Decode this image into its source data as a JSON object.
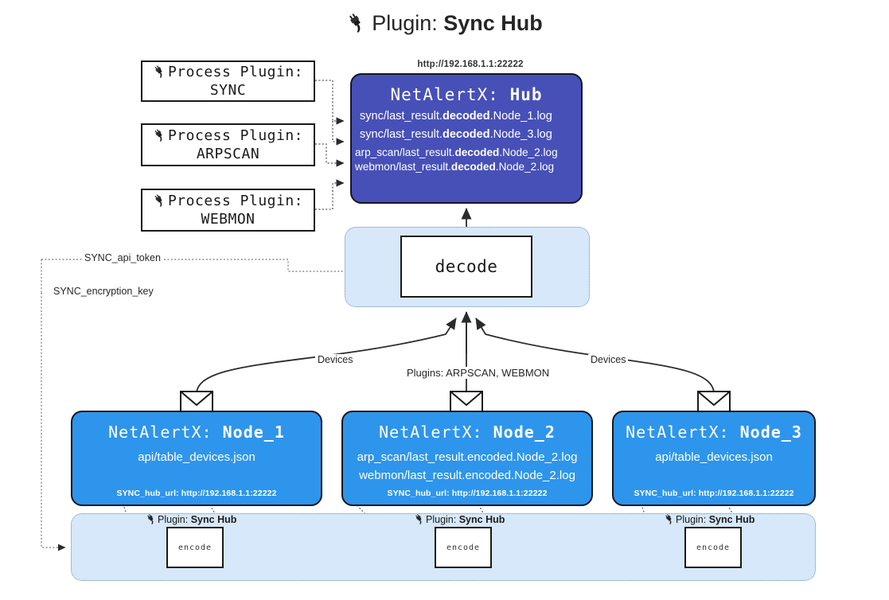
{
  "title": {
    "icon": "plug-icon",
    "prefix": "Plugin:",
    "name": "Sync Hub"
  },
  "process_plugins": [
    {
      "label": "Process Plugin:",
      "name": "SYNC"
    },
    {
      "label": "Process Plugin:",
      "name": "ARPSCAN"
    },
    {
      "label": "Process Plugin:",
      "name": "WEBMON"
    }
  ],
  "hub": {
    "url": "http://192.168.1.1:22222",
    "title_prefix": "NetAlertX:",
    "title_name": "Hub",
    "lines": [
      {
        "pre": "sync/last_result.",
        "bold": "decoded",
        "post": ".Node_1.log"
      },
      {
        "pre": "sync/last_result.",
        "bold": "decoded",
        "post": ".Node_3.log"
      },
      {
        "pre": "arp_scan/last_result.",
        "bold": "decoded",
        "post": ".Node_2.log"
      },
      {
        "pre": "webmon/last_result.",
        "bold": "decoded",
        "post": ".Node_2.log"
      }
    ]
  },
  "decode": {
    "label": "decode"
  },
  "config_edges": [
    {
      "label": "SYNC_api_token"
    },
    {
      "label": "SYNC_encryption_key"
    }
  ],
  "flow_labels": {
    "devices_left": "Devices",
    "devices_right": "Devices",
    "plugins_center": "Plugins: ARPSCAN, WEBMON"
  },
  "nodes": [
    {
      "title_prefix": "NetAlertX:",
      "title_name": "Node_1",
      "lines": [
        "api/table_devices.json"
      ],
      "hub_url_label": "SYNC_hub_url: http://192.168.1.1:22222",
      "plugin_label_prefix": "Plugin:",
      "plugin_label_name": "Sync Hub",
      "encode_label": "encode"
    },
    {
      "title_prefix": "NetAlertX:",
      "title_name": "Node_2",
      "lines": [
        "arp_scan/last_result.encoded.Node_2.log",
        "webmon/last_result.encoded.Node_2.log"
      ],
      "hub_url_label": "SYNC_hub_url: http://192.168.1.1:22222",
      "plugin_label_prefix": "Plugin:",
      "plugin_label_name": "Sync Hub",
      "encode_label": "encode"
    },
    {
      "title_prefix": "NetAlertX:",
      "title_name": "Node_3",
      "lines": [
        "api/table_devices.json"
      ],
      "hub_url_label": "SYNC_hub_url: http://192.168.1.1:22222",
      "plugin_label_prefix": "Plugin:",
      "plugin_label_name": "Sync Hub",
      "encode_label": "encode"
    }
  ],
  "colors": {
    "hub_fill": "#4750b7",
    "node_fill": "#2e95ec",
    "band_fill": "#d6e8f9",
    "stroke": "#15171f"
  }
}
